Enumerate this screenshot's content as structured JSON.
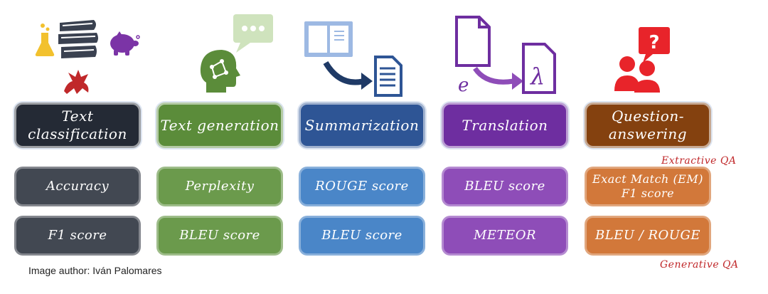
{
  "tasks": [
    {
      "key": "text-classification",
      "title": "Text\nclassification",
      "color": "#242a35",
      "metrics": [
        "Accuracy",
        "F1 score"
      ],
      "metric_color": "#424852"
    },
    {
      "key": "text-generation",
      "title": "Text generation",
      "color": "#5b8c3a",
      "metrics": [
        "Perplexity",
        "BLEU score"
      ],
      "metric_color": "#6b9a4c"
    },
    {
      "key": "summarization",
      "title": "Summarization",
      "color": "#2e5595",
      "metrics": [
        "ROUGE score",
        "BLEU score"
      ],
      "metric_color": "#4a86c8"
    },
    {
      "key": "translation",
      "title": "Translation",
      "color": "#6e2ea0",
      "metrics": [
        "BLEU score",
        "METEOR"
      ],
      "metric_color": "#8e4db8"
    },
    {
      "key": "question-answering",
      "title": "Question-\nanswering",
      "color": "#84410f",
      "metrics": [
        "Exact Match (EM)\nF1 score",
        "BLEU / ROUGE"
      ],
      "metric_color": "#d2783a"
    }
  ],
  "annotations": {
    "extractive": "Extractive QA",
    "generative": "Generative QA",
    "color": "#c0282a"
  },
  "credit": "Image author: Iván Palomares",
  "icons": {
    "classification": [
      "flask-icon",
      "books-icon",
      "piggy-bank-icon",
      "dragon-icon"
    ],
    "generation": "head-speech-icon",
    "summarization": "book-to-document-icon",
    "translation": "document-translate-icon",
    "qa": "people-question-icon"
  }
}
